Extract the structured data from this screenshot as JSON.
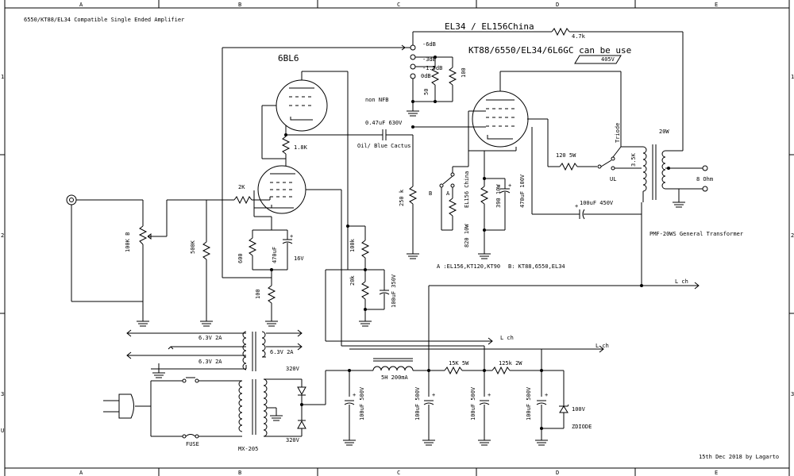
{
  "title": "6550/KT88/EL34 Compatible Single Ended Amplifier",
  "frame": {
    "cols": [
      "A",
      "B",
      "C",
      "D",
      "E"
    ],
    "rows": [
      "1",
      "2",
      "3"
    ],
    "edge_mark": "U"
  },
  "labels": {
    "output_tube": "EL34 / EL156China",
    "tube_compat": "KT88/6550/EL34/6L6GC can be use",
    "driver_tube": "6BL6",
    "nfb_m6": "-6dB",
    "nfb_m3": "-3dB",
    "nfb_m15": "-1.5dB",
    "nfb_0": "0dB",
    "non_nfb": "non NFB",
    "r_4k7": "4.7k",
    "b_plus_405": "405V",
    "r_100": "100",
    "r_50": "50",
    "cap_047": "0.47uF 630V",
    "cap_type": "Oil/ Blue Cactus",
    "r_1k8": "1.8K",
    "r_2k": "2K",
    "pot_100kb": "100K B",
    "r_500k": "500K",
    "r_600": "600",
    "c_470u": "470uF",
    "v_16": "16V",
    "r_100k": "100k",
    "r_20k": "20k",
    "c_100u_350": "100uF 350V",
    "r_100b": "100",
    "r_250k": "250 k",
    "el156_china": "EL156 China",
    "sw_b": "B",
    "sw_a": "A",
    "r_820": "820 10W",
    "r_390": "390 10W",
    "c_470_100": "470uF 100V",
    "r_120_5w": "120 5W",
    "triode": "Triode",
    "ul": "UL",
    "r_3k5": "3.5K",
    "w_20": "20W",
    "ohm8": "8 Ohm",
    "c_100u_450": "100uF 450V",
    "transformer": "PMF-20WS General Transformer",
    "note_a": "A :EL156,KT120,KT90",
    "note_b": "B: KT88,6550,EL34",
    "lch1": "L ch",
    "lch2": "L ch",
    "lch3": "L ch",
    "h1": "6.3V 2A",
    "h2": "6.3V 2A",
    "h3": "6.3V 2A",
    "v320a": "320V",
    "v320b": "320V",
    "choke": "5H 200mA",
    "r_15k": "15K 5W",
    "r_125k": "125k 2W",
    "c500_1": "100uF 500V",
    "c500_2": "100uF 500V",
    "c500_3": "100uF 500V",
    "c500_4": "100uF 500V",
    "z_100v": "100V",
    "zdiode": "ZDIODE",
    "fuse": "FUSE",
    "mx205": "MX-205",
    "date": "15th Dec 2018 by Lagarto"
  }
}
